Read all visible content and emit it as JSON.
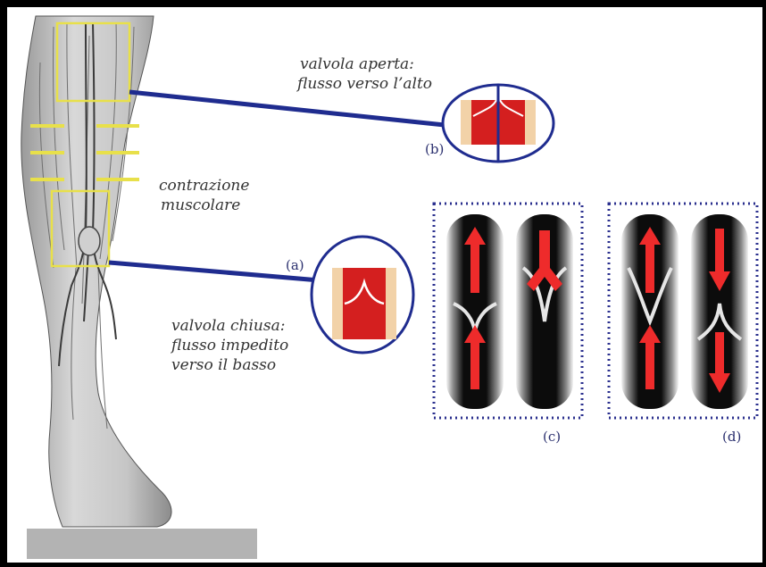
{
  "labels": {
    "open_valve_line1": "valvola aperta:",
    "open_valve_line2": "flusso verso l’alto",
    "contraction_line1": "contrazione",
    "contraction_line2": "muscolare",
    "closed_valve_line1": "valvola chiusa:",
    "closed_valve_line2": "flusso impedito",
    "closed_valve_line3": "verso il basso"
  },
  "tags": {
    "a": "(a)",
    "b": "(b)",
    "c": "(c)",
    "d": "(d)"
  },
  "colors": {
    "background": "#000000",
    "panel": "#ffffff",
    "leader_line": "#1f2c8f",
    "highlight_box": "#e8e04a",
    "vein_red": "#d41f1f",
    "arrow_red": "#ee2b2b",
    "skin_tan": "#f2d2a8",
    "dotted_frame": "#2a2f8e",
    "floor": "#b3b3b3"
  }
}
